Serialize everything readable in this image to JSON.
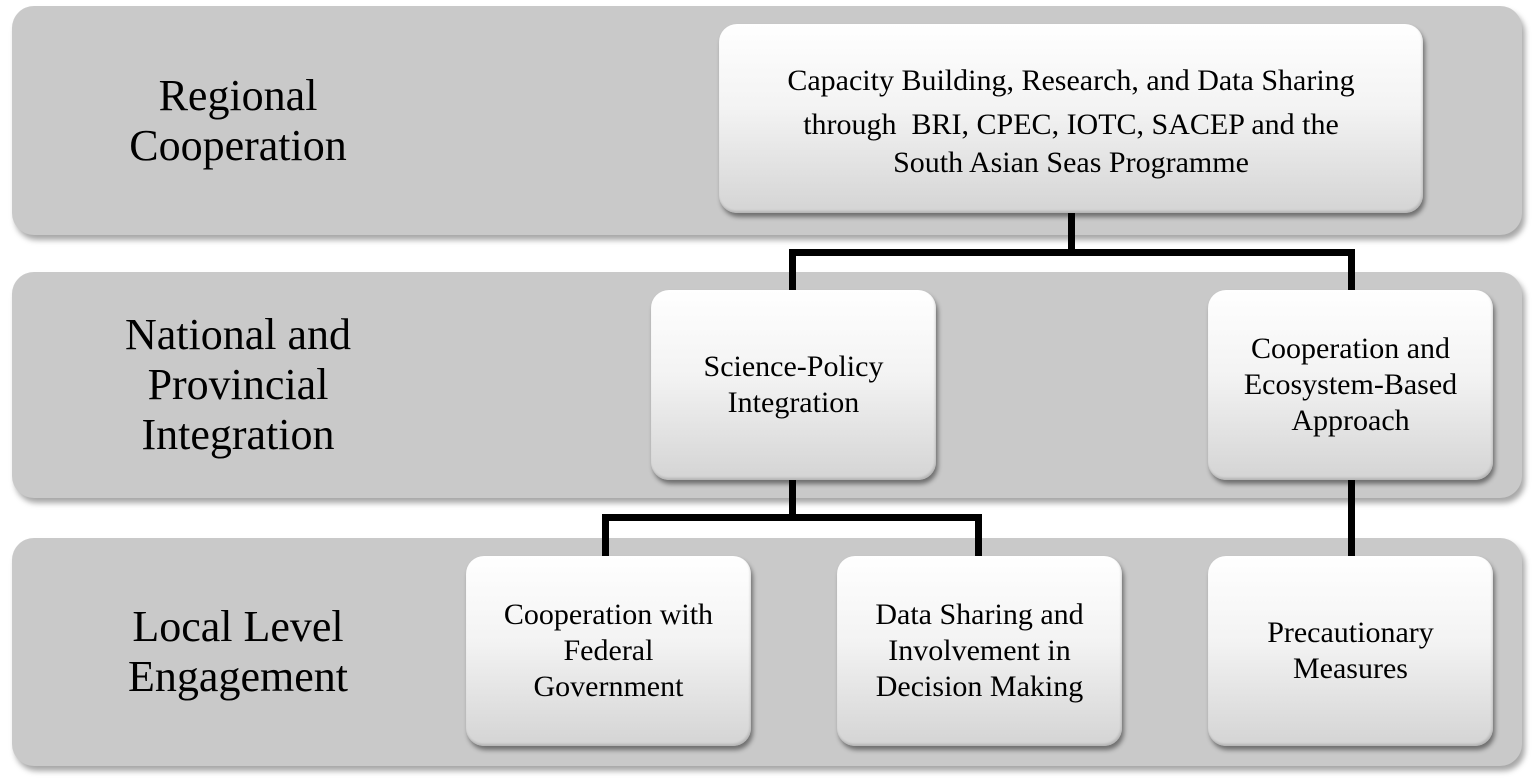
{
  "levels": [
    {
      "label_lines": [
        "Regional",
        "Cooperation"
      ]
    },
    {
      "label_lines": [
        "National and",
        "Provincial",
        "Integration"
      ]
    },
    {
      "label_lines": [
        "Local Level",
        "Engagement"
      ]
    }
  ],
  "nodes": {
    "regional": {
      "lines": [
        "Capacity Building, Research, and Data Sharing",
        "through  BRI, CPEC, IOTC, SACEP and the",
        "South Asian Seas Programme"
      ]
    },
    "science_policy": {
      "lines": [
        "Science-Policy",
        "Integration"
      ]
    },
    "cooperation_ecosystem": {
      "lines": [
        "Cooperation and",
        "Ecosystem-Based",
        "Approach"
      ]
    },
    "federal": {
      "lines": [
        "Cooperation with",
        "Federal",
        "Government"
      ]
    },
    "data_sharing": {
      "lines": [
        "Data Sharing and",
        "Involvement in",
        "Decision Making"
      ]
    },
    "precautionary": {
      "lines": [
        "Precautionary",
        "Measures"
      ]
    }
  },
  "colors": {
    "band": "#c9c9c9",
    "connector": "#000000",
    "node_top": "#ffffff",
    "node_bottom": "#d4d4d4"
  }
}
